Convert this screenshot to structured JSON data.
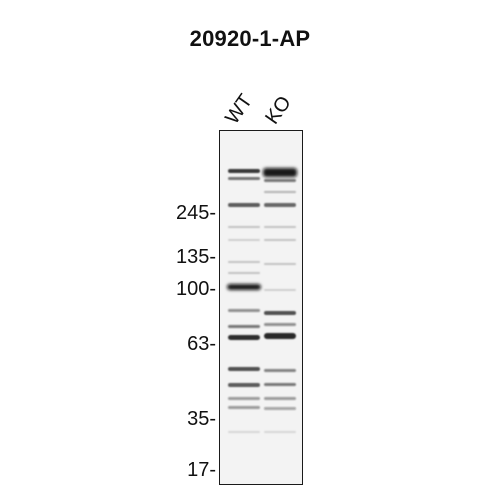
{
  "figure": {
    "title": "20920-1-AP",
    "lanes": [
      {
        "id": "wt",
        "label": "WT"
      },
      {
        "id": "ko",
        "label": "KO"
      }
    ],
    "markers": [
      {
        "id": "m245",
        "label": "245-"
      },
      {
        "id": "m135",
        "label": "135-"
      },
      {
        "id": "m100",
        "label": "100-"
      },
      {
        "id": "m63",
        "label": "63-"
      },
      {
        "id": "m35",
        "label": "35-"
      },
      {
        "id": "m17",
        "label": "17-"
      }
    ],
    "band_color": "#1a1a1a",
    "membrane_color": "#f3f3f3"
  }
}
